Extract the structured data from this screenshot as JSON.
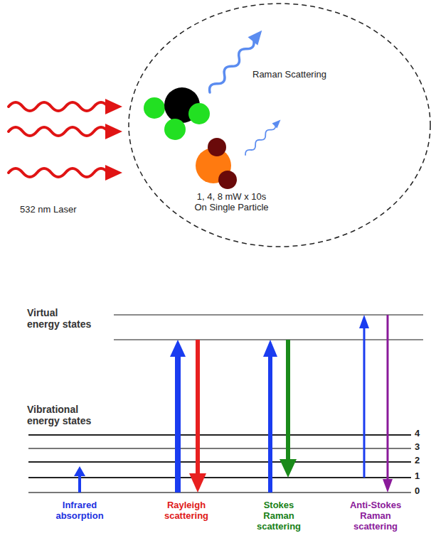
{
  "diagram": {
    "nodes": [
      {
        "text": [
          "Raman Scattering",
          "1, 4, 8 mW x 10s On Single Particle"
        ]
      }
    ],
    "labels": [
      "532 nm Laser",
      "Virtual energy states",
      "Vibrational energy states",
      "4",
      "3",
      "2",
      "1",
      "0",
      "Infrared absorption",
      "Rayleigh scattering",
      "Stokes Raman scattering",
      "Anti-Stokes Raman scattering"
    ]
  }
}
